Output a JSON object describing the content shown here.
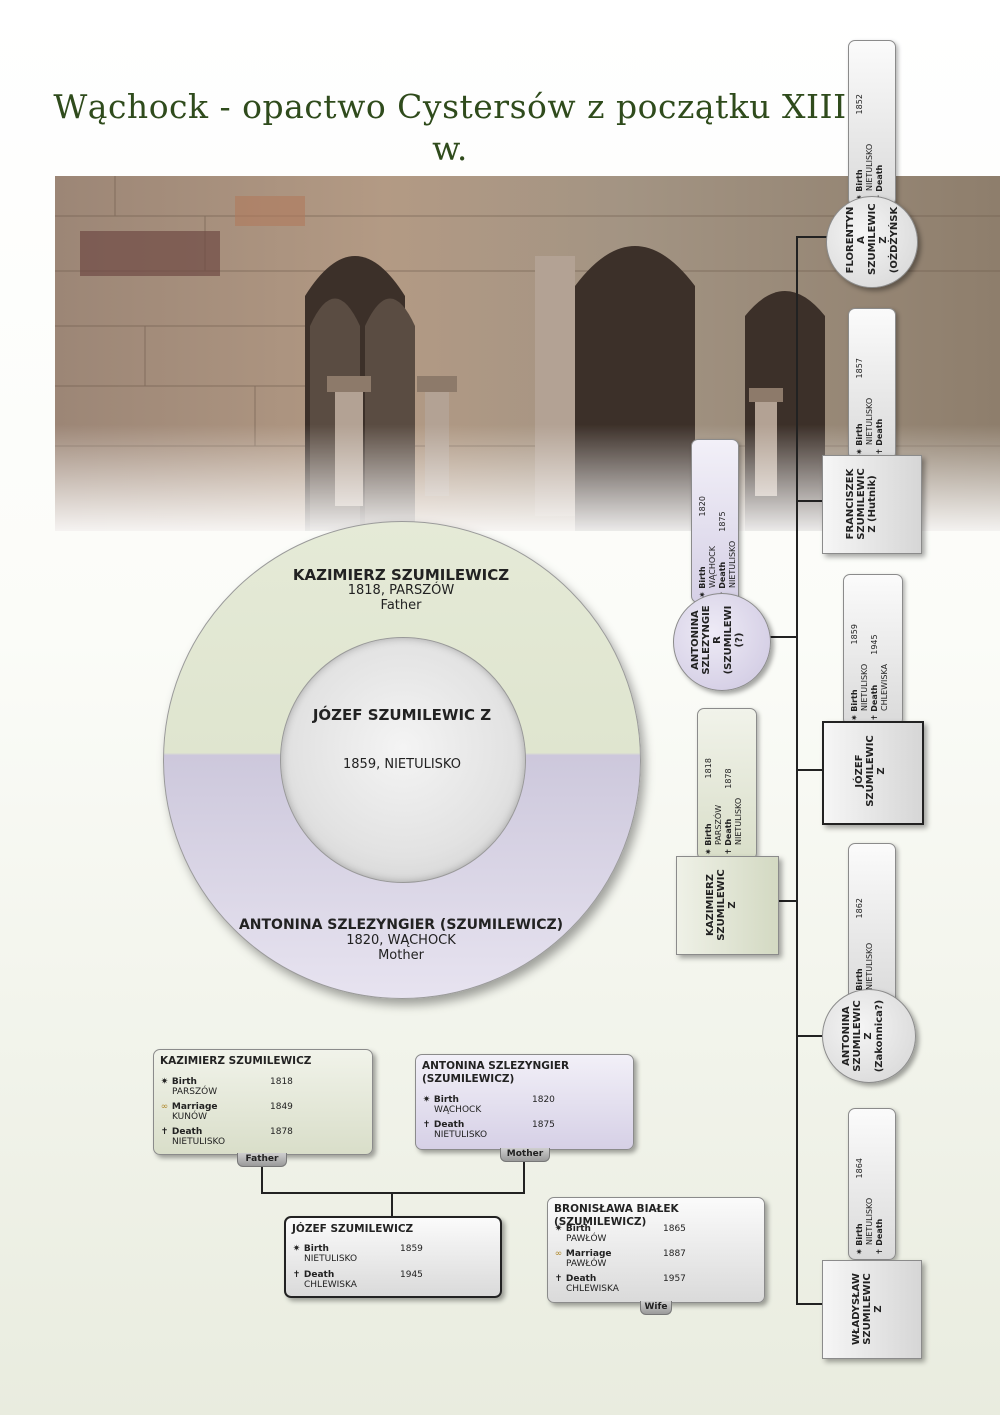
{
  "title": "Wąchock - opactwo Cystersów z początku XIII w.",
  "pedigree_circle": {
    "father": {
      "name": "KAZIMIERZ SZUMILEWICZ",
      "info": "1818, PARSZÓW",
      "role": "Father"
    },
    "mother": {
      "name": "ANTONINA SZLEZYNGIER (SZUMILEWICZ)",
      "info": "1820, WĄCHOCK",
      "role": "Mother"
    },
    "center": {
      "name": "JÓZEF SZUMILEWIC Z",
      "info": "1859, NIETULISKO"
    }
  },
  "family_chart": {
    "father_card": {
      "name": "KAZIMIERZ SZUMILEWICZ",
      "events": [
        {
          "label": "Birth",
          "place": "PARSZÓW",
          "year": "1818"
        },
        {
          "label": "Marriage",
          "place": "KUNÓW",
          "year": "1849"
        },
        {
          "label": "Death",
          "place": "NIETULISKO",
          "year": "1878"
        }
      ],
      "tag": "Father"
    },
    "mother_card": {
      "name": "ANTONINA SZLEZYNGIER (SZUMILEWICZ)",
      "events": [
        {
          "label": "Birth",
          "place": "WĄCHOCK",
          "year": "1820"
        },
        {
          "label": "Death",
          "place": "NIETULISKO",
          "year": "1875"
        }
      ],
      "tag": "Mother"
    },
    "self_card": {
      "name": "JÓZEF SZUMILEWICZ",
      "events": [
        {
          "label": "Birth",
          "place": "NIETULISKO",
          "year": "1859"
        },
        {
          "label": "Death",
          "place": "CHLEWISKA",
          "year": "1945"
        }
      ]
    },
    "wife_card": {
      "name": "BRONISŁAWA BIAŁEK (SZUMILEWICZ)",
      "events": [
        {
          "label": "Birth",
          "place": "PAWŁÓW",
          "year": "1865"
        },
        {
          "label": "Marriage",
          "place": "PAWŁÓW",
          "year": "1887"
        },
        {
          "label": "Death",
          "place": "CHLEWISKA",
          "year": "1957"
        }
      ],
      "tag": "Wife"
    }
  },
  "vertical_tree": {
    "mother": {
      "name": [
        "ANTONINA",
        "SZLEZYNGIE",
        "R",
        "(SZUMILEWI",
        "(?)"
      ],
      "birth_place": "WĄCHOCK",
      "birth_year": "1820",
      "death_place": "NIETULISKO",
      "death_year": "1875"
    },
    "father": {
      "name": [
        "KAZIMIERZ",
        "SZUMILEWIC",
        "Z"
      ],
      "birth_place": "PARSZÓW",
      "birth_year": "1818",
      "death_place": "NIETULISKO",
      "death_year": "1878"
    },
    "children": [
      {
        "name": [
          "FLORENTYN",
          "A",
          "SZUMILEWIC",
          "Z",
          "(OŻDŻYŃSK"
        ],
        "birth_place": "NIETULISKO",
        "birth_year": "1852",
        "death_place": "",
        "death_year": "",
        "shape": "circle"
      },
      {
        "name": [
          "FRANCISZEK",
          "SZUMILEWIC",
          "Z (Hutnik)"
        ],
        "birth_place": "NIETULISKO",
        "birth_year": "1857",
        "death_place": "",
        "death_year": "",
        "shape": "box"
      },
      {
        "name": [
          "JÓZEF",
          "SZUMILEWIC",
          "Z"
        ],
        "birth_place": "NIETULISKO",
        "birth_year": "1859",
        "death_place": "CHLEWISKA",
        "death_year": "1945",
        "shape": "box-bold"
      },
      {
        "name": [
          "ANTONINA",
          "SZUMILEWIC",
          "Z",
          "(Zakonnica?)"
        ],
        "birth_place": "NIETULISKO",
        "birth_year": "1862",
        "death_place": "",
        "death_year": "",
        "shape": "circle"
      },
      {
        "name": [
          "WŁADYSŁAW",
          "SZUMILEWIC",
          "Z"
        ],
        "birth_place": "NIETULISKO",
        "birth_year": "1864",
        "death_place": "",
        "death_year": "",
        "shape": "box"
      }
    ],
    "labels": {
      "birth": "Birth",
      "death": "Death"
    }
  }
}
